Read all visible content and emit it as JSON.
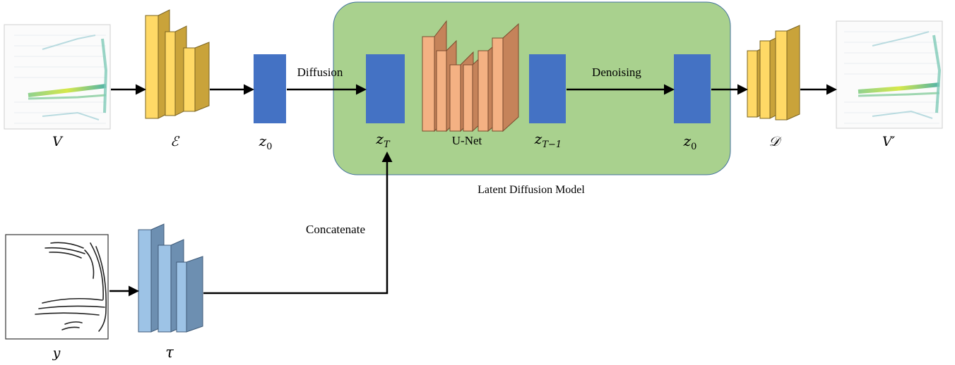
{
  "labels": {
    "diffusion": "Diffusion",
    "denoising": "Denoising",
    "concatenate": "Concatenate",
    "unet": "U-Net",
    "ldm": "Latent Diffusion Model"
  },
  "symbols": {
    "input_field": "V",
    "encoder": "ℰ",
    "latent_in": "z",
    "latent_in_sub": "0",
    "latent_T": "z",
    "latent_T_sub": "T",
    "latent_T1": "z",
    "latent_T1_sub": "T−1",
    "latent_out": "z",
    "latent_out_sub": "0",
    "decoder": "𝒟",
    "output_field": "V′",
    "condition": "y",
    "cond_encoder": "τ"
  },
  "colors": {
    "panel_fill": "#a9d18e",
    "panel_stroke": "#41719c",
    "latent": "#4472c4",
    "encoder_front": "#ffd966",
    "encoder_side": "#c9a33a",
    "unet_front": "#f4b183",
    "unet_side": "#c5835a",
    "cond_front": "#9dc3e6",
    "cond_side": "#6d8fb1"
  },
  "icons": {
    "input_field_image": "velocity-field-image",
    "output_field_image": "velocity-field-image",
    "condition_image": "sketch-lines-image"
  }
}
